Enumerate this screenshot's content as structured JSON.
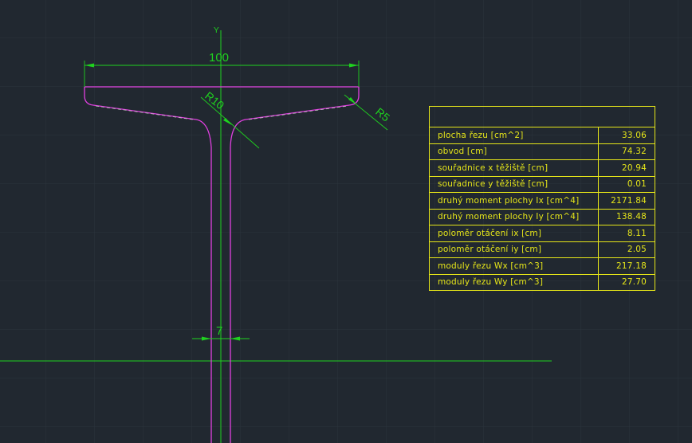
{
  "drawing": {
    "axis_label": "Y",
    "dimensions": {
      "flange_width": "100",
      "root_radius": "R10",
      "toe_radius": "R5",
      "web_thickness": "7"
    }
  },
  "properties_table": {
    "header": "",
    "rows": [
      {
        "label": "plocha řezu [cm^2]",
        "value": "33.06"
      },
      {
        "label": "obvod [cm]",
        "value": "74.32"
      },
      {
        "label": "souřadnice x těžiště [cm]",
        "value": "20.94"
      },
      {
        "label": "souřadnice y těžiště [cm]",
        "value": "0.01"
      },
      {
        "label": "druhý moment plochy Ix [cm^4]",
        "value": "2171.84"
      },
      {
        "label": "druhý moment plochy Iy [cm^4]",
        "value": "138.48"
      },
      {
        "label": "poloměr otáčení ix [cm]",
        "value": "8.11"
      },
      {
        "label": "poloměr otáčení iy [cm]",
        "value": "2.05"
      },
      {
        "label": "moduly řezu Wx [cm^3]",
        "value": "217.18"
      },
      {
        "label": "moduly řezu Wy [cm^3]",
        "value": "27.70"
      }
    ]
  },
  "colors": {
    "background": "#212830",
    "grid": "#2e3640",
    "profile": "#e040e0",
    "dimension": "#1fd21f",
    "table": "#e6e619"
  }
}
